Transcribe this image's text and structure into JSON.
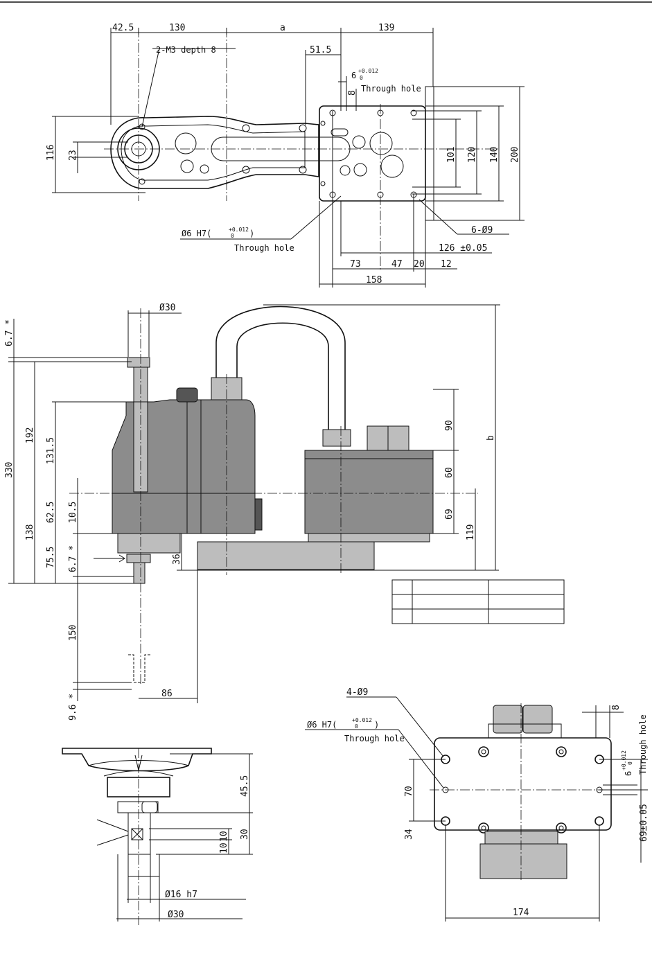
{
  "top_view": {
    "dims": {
      "d42_5": "42.5",
      "d130": "130",
      "da": "a",
      "d139": "139",
      "d51_5": "51.5",
      "d116": "116",
      "d23": "23",
      "d101": "101",
      "d120": "120",
      "d140": "140",
      "d200": "200",
      "d8": "8",
      "d126": "126 ±0.05",
      "d73": "73",
      "d47": "47",
      "d20": "20",
      "d12": "12",
      "d158": "158"
    },
    "notes": {
      "m3": "2-M3 depth 8",
      "hole6_main": "6",
      "tol_up": "+0.012",
      "tol_lo": "0",
      "through": "Through hole",
      "phi6_main": "Ø6 H7(",
      "paren_close": ")",
      "through2": "Through hole",
      "holes6": "6-Ø9"
    }
  },
  "side_view": {
    "dims": {
      "phi30": "Ø30",
      "d6_7a": "6.7 *",
      "d330": "330",
      "d192": "192",
      "d131_5": "131.5",
      "d62_5": "62.5",
      "d10_5": "10.5",
      "d138": "138",
      "d75_5": "75.5",
      "d6_7b": "6.7 *",
      "d150": "150",
      "d9_6": "9.6 *",
      "d86": "86",
      "d36": "36",
      "d90": "90",
      "d60": "60",
      "d69": "69",
      "d119": "119",
      "db": "b"
    }
  },
  "shaft_view": {
    "dims": {
      "d45_5": "45.5",
      "d30": "30",
      "d10a": "10",
      "d10b": "10",
      "phi16": "Ø16 h7",
      "phi30": "Ø30"
    }
  },
  "rear_view": {
    "dims": {
      "holes4": "4-Ø9",
      "phi6": "Ø6 H7(",
      "tol_up": "+0.012",
      "tol_lo": "0",
      "paren_close": ")",
      "through": "Through hole",
      "d70": "70",
      "d34": "34",
      "d174": "174",
      "d8": "8",
      "hole6": "6",
      "tol_up2": "+0.012",
      "tol_lo2": "0",
      "through2": "Through hole",
      "d69": "69±0.05"
    }
  },
  "table": {
    "rows": [
      [
        "",
        "",
        ""
      ],
      [
        "",
        "",
        ""
      ],
      [
        "",
        "",
        ""
      ]
    ]
  }
}
